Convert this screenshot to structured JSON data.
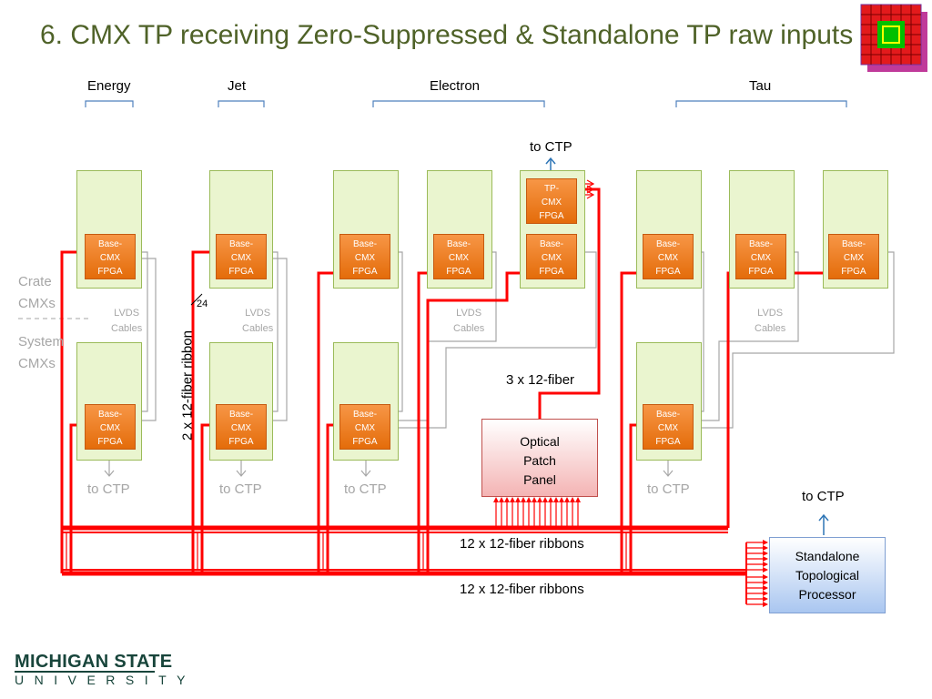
{
  "title": "6. CMX TP receiving Zero-Suppressed & Standalone TP raw inputs",
  "groups": [
    "Energy",
    "Jet",
    "Electron",
    "Tau"
  ],
  "side_labels": {
    "crate": [
      "Crate",
      "CMXs"
    ],
    "system": [
      "System",
      "CMXs"
    ]
  },
  "fpga_label": [
    "Base-",
    "CMX",
    "FPGA"
  ],
  "tp_fpga_label": [
    "TP-",
    "CMX",
    "FPGA"
  ],
  "lvds_label": [
    "LVDS",
    "Cables"
  ],
  "to_ctp": "to CTP",
  "ribbon_2x12": "2 x 12-fiber ribbon",
  "ribbon_24": "24",
  "fiber_3x12": "3 x 12-fiber",
  "ribbons_12x12_a": "12 x 12-fiber ribbons",
  "ribbons_12x12_b": "12 x 12-fiber ribbons",
  "patch_panel": [
    "Optical",
    "Patch",
    "Panel"
  ],
  "topo_processor": [
    "Standalone",
    "Topological",
    "Processor"
  ],
  "logo": {
    "line1": "MICHIGAN STATE",
    "line2": "UNIVERSITY"
  },
  "colors": {
    "title": "#4f6228",
    "fiber": "#ff0000",
    "fpga": "#f79646",
    "board": "#eaf5cf",
    "bracket": "#4f81bd"
  }
}
